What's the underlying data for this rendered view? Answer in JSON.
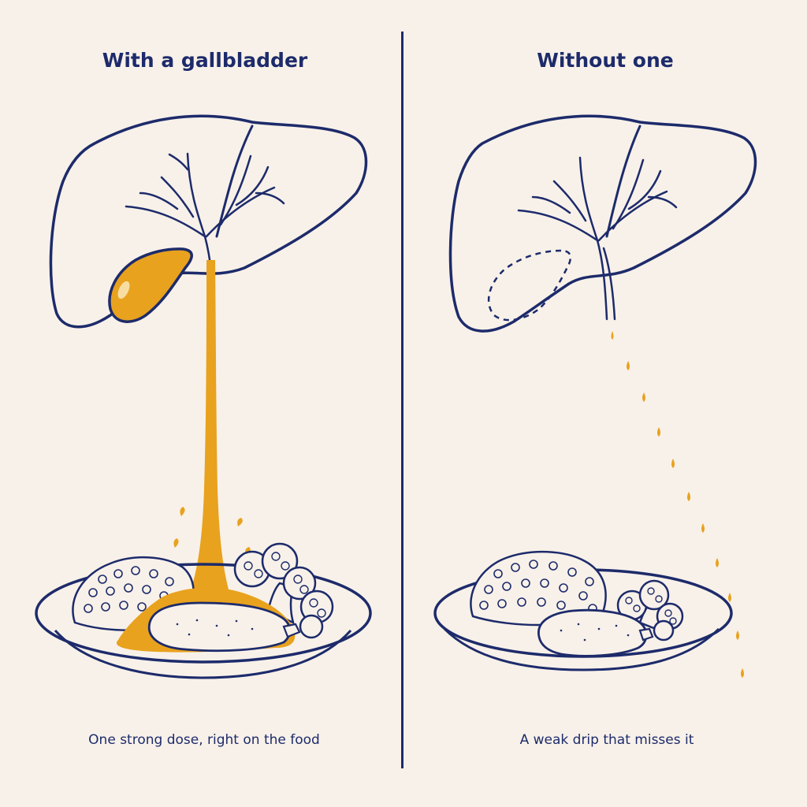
{
  "left_panel": {
    "title": "With a gallbladder",
    "caption": "One strong dose, right on the food"
  },
  "right_panel": {
    "title": "Without one",
    "caption": "A weak drip that misses it"
  },
  "colors": {
    "background": "#f8f1e9",
    "outline": "#1d2b6b",
    "bile": "#e8a21e"
  },
  "icons": {
    "organ_left": "liver-with-gallbladder-icon",
    "organ_right": "liver-without-gallbladder-icon",
    "food": "plate-of-rice-chicken-broccoli-icon"
  }
}
